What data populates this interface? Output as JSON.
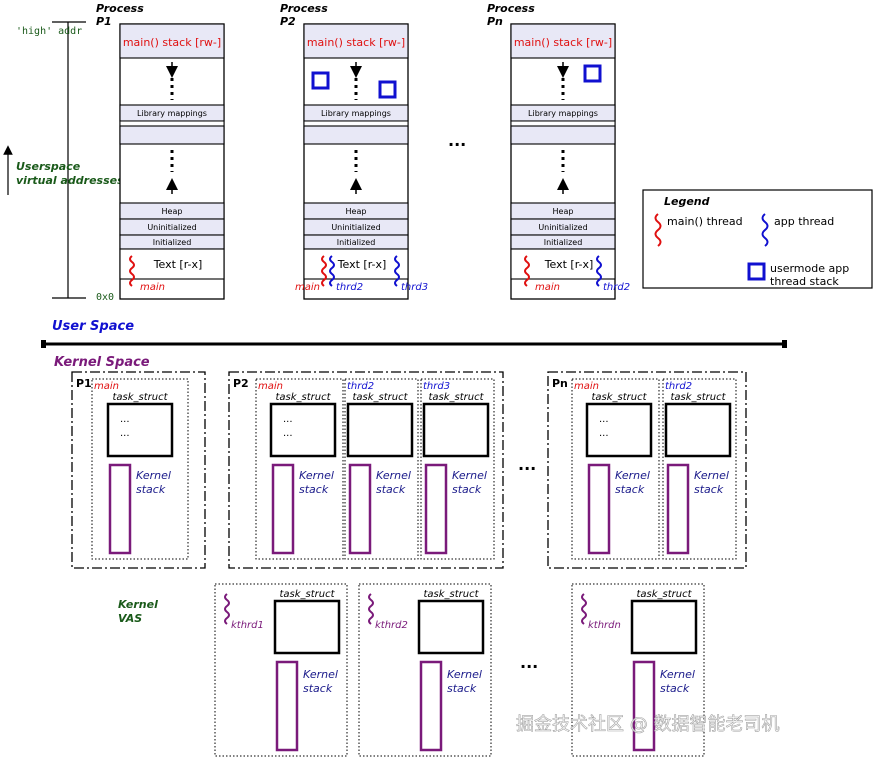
{
  "userspace": {
    "high_addr": "'high' addr",
    "low_addr": "0x0",
    "axis_label_1": "Userspace",
    "axis_label_2": "virtual addresses",
    "section_title": "User Space",
    "ellipsis": "...",
    "processes": [
      {
        "title_1": "Process",
        "title_2": "P1",
        "stack": "main() stack [rw-]",
        "libmap": "Library mappings",
        "heap": "Heap",
        "uninit": "Uninitialized",
        "init": "Initialized",
        "text": "Text [r-x]",
        "threads": [
          {
            "name": "main",
            "kind": "main"
          }
        ]
      },
      {
        "title_1": "Process",
        "title_2": "P2",
        "stack": "main() stack [rw-]",
        "libmap": "Library mappings",
        "heap": "Heap",
        "uninit": "Uninitialized",
        "init": "Initialized",
        "text": "Text [r-x]",
        "threads": [
          {
            "name": "main",
            "kind": "main"
          },
          {
            "name": "thrd2",
            "kind": "app"
          },
          {
            "name": "thrd3",
            "kind": "app"
          }
        ]
      },
      {
        "title_1": "Process",
        "title_2": "Pn",
        "stack": "main() stack [rw-]",
        "libmap": "Library mappings",
        "heap": "Heap",
        "uninit": "Uninitialized",
        "init": "Initialized",
        "text": "Text [r-x]",
        "threads": [
          {
            "name": "main",
            "kind": "main"
          },
          {
            "name": "thrd2",
            "kind": "app"
          }
        ]
      }
    ]
  },
  "legend": {
    "title": "Legend",
    "main_thread": "main() thread",
    "app_thread": "app thread",
    "thread_stack_1": "usermode app",
    "thread_stack_2": "thread stack"
  },
  "kernelspace": {
    "section_title": "Kernel Space",
    "task_struct": "task_struct",
    "kernel": "Kernel",
    "stack": "stack",
    "dots": "...",
    "ellipsis": "...",
    "groups": [
      {
        "label": "P1",
        "threads": [
          {
            "name": "main",
            "kind": "main"
          }
        ]
      },
      {
        "label": "P2",
        "threads": [
          {
            "name": "main",
            "kind": "main"
          },
          {
            "name": "thrd2",
            "kind": "app"
          },
          {
            "name": "thrd3",
            "kind": "app"
          }
        ]
      },
      {
        "label": "Pn",
        "threads": [
          {
            "name": "main",
            "kind": "main"
          },
          {
            "name": "thrd2",
            "kind": "app"
          }
        ]
      }
    ],
    "vas_label_1": "Kernel",
    "vas_label_2": "VAS",
    "kthreads": [
      "kthrd1",
      "kthrd2",
      "kthrdn"
    ]
  },
  "watermark": "掘金技术社区 @ 数据智能老司机",
  "colors": {
    "main_thread": "#e01010",
    "app_thread": "#1010d0",
    "kernel": "#7a1a7a",
    "green_label": "#1a5a1a",
    "user_space_title": "#1010d0",
    "segment_fill": "#e8e8f6"
  }
}
